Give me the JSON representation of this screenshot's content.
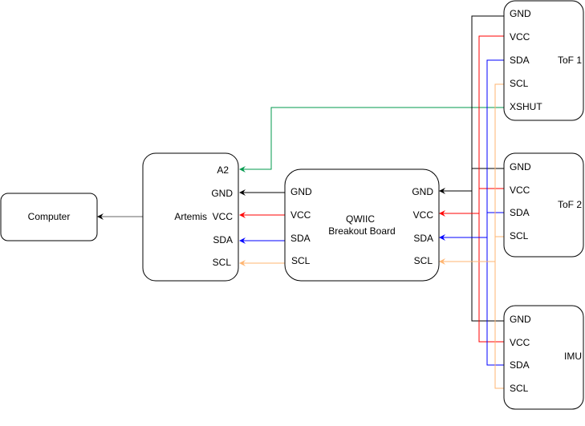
{
  "colors": {
    "gnd": "#000000",
    "vcc": "#ff0000",
    "sda": "#0000ff",
    "scl": "#ffb570",
    "xshut": "#00994d",
    "usb": "#666666"
  },
  "nodes": {
    "computer": {
      "label": "Computer"
    },
    "artemis": {
      "label": "Artemis",
      "pins": [
        "A2",
        "GND",
        "VCC",
        "SDA",
        "SCL"
      ]
    },
    "qwiic": {
      "label_line1": "QWIIC",
      "label_line2": "Breakout Board",
      "left_pins": [
        "GND",
        "VCC",
        "SDA",
        "SCL"
      ],
      "right_pins": [
        "GND",
        "VCC",
        "SDA",
        "SCL"
      ]
    },
    "tof1": {
      "label": "ToF 1",
      "pins": [
        "GND",
        "VCC",
        "SDA",
        "SCL",
        "XSHUT"
      ]
    },
    "tof2": {
      "label": "ToF 2",
      "pins": [
        "GND",
        "VCC",
        "SDA",
        "SCL"
      ]
    },
    "imu": {
      "label": "IMU",
      "pins": [
        "GND",
        "VCC",
        "SDA",
        "SCL"
      ]
    }
  },
  "connections": [
    {
      "from": "artemis",
      "to": "computer",
      "signal": "usb"
    },
    {
      "from": "qwiic.GND",
      "to": "artemis.GND",
      "signal": "gnd"
    },
    {
      "from": "qwiic.VCC",
      "to": "artemis.VCC",
      "signal": "vcc"
    },
    {
      "from": "qwiic.SDA",
      "to": "artemis.SDA",
      "signal": "sda"
    },
    {
      "from": "qwiic.SCL",
      "to": "artemis.SCL",
      "signal": "scl"
    },
    {
      "from": "tof1.XSHUT",
      "to": "artemis.A2",
      "signal": "xshut"
    },
    {
      "from": "sensors.GND",
      "to": "qwiic.GND",
      "signal": "gnd"
    },
    {
      "from": "sensors.VCC",
      "to": "qwiic.VCC",
      "signal": "vcc"
    },
    {
      "from": "sensors.SDA",
      "to": "qwiic.SDA",
      "signal": "sda"
    },
    {
      "from": "sensors.SCL",
      "to": "qwiic.SCL",
      "signal": "scl"
    }
  ]
}
